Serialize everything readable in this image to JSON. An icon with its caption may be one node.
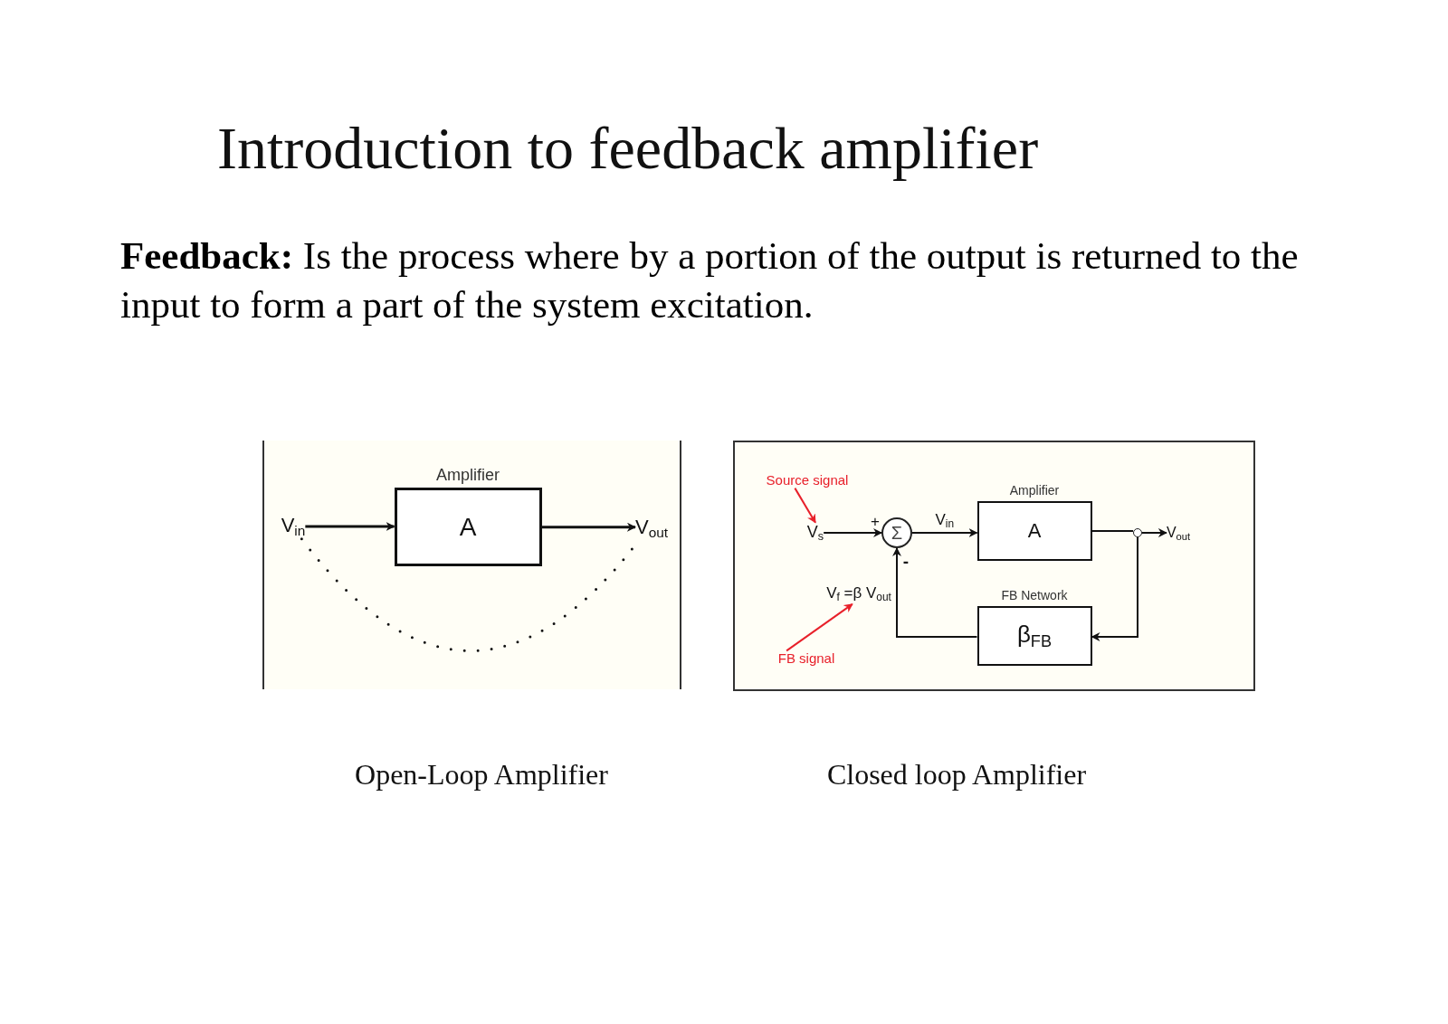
{
  "diagram": {
    "title": "Introduction to feedback amplifier",
    "nodes": [
      {
        "text": [
          "V$_{in}$"
        ]
      },
      {
        "text": [
          "Amplifier",
          "A"
        ]
      },
      {
        "text": [
          "V$_{out}$"
        ]
      },
      {
        "text": [
          "Source signal"
        ]
      },
      {
        "text": [
          "V$_{s}$"
        ]
      },
      {
        "text": [
          "Σ"
        ]
      },
      {
        "text": [
          "Amplifier",
          "A"
        ]
      },
      {
        "text": [],
        "shape": "circle"
      },
      {
        "text": [
          "V$_{out}$"
        ]
      },
      {
        "text": [
          "FB Network",
          "β$_{FB}$"
        ]
      },
      {
        "text": [
          "V$_{f}$ =β V$_{out}$"
        ]
      },
      {
        "text": [
          "FB signal"
        ]
      }
    ],
    "edges": [
      {
        "from": 0,
        "to": 1,
        "arrow": "to"
      },
      {
        "from": 1,
        "to": 2,
        "arrow": "to"
      },
      {
        "from": 0,
        "to": 2,
        "arrow": "none",
        "style": "dashed"
      },
      {
        "from": 3,
        "to": 4,
        "arrow": "to",
        "color": "#e8202a"
      },
      {
        "from": 4,
        "to": 5,
        "arrow": "to"
      },
      {
        "from": 5,
        "to": 6,
        "arrow": "to",
        "label": "V$_{in}$"
      },
      {
        "from": 6,
        "to": 7,
        "arrow": "none"
      },
      {
        "from": 7,
        "to": 8,
        "arrow": "to"
      },
      {
        "from": 7,
        "to": 9,
        "arrow": "to"
      },
      {
        "from": 9,
        "to": 5,
        "arrow": "to"
      },
      {
        "from": 11,
        "to": 10,
        "arrow": "to",
        "color": "#e8202a"
      }
    ],
    "labels": [
      "**Feedback:** Is the process where by a portion of the output is returned to the input to form a part of the system excitation.",
      "+",
      "-",
      "Open-Loop Amplifier",
      "Closed loop Amplifier"
    ]
  }
}
